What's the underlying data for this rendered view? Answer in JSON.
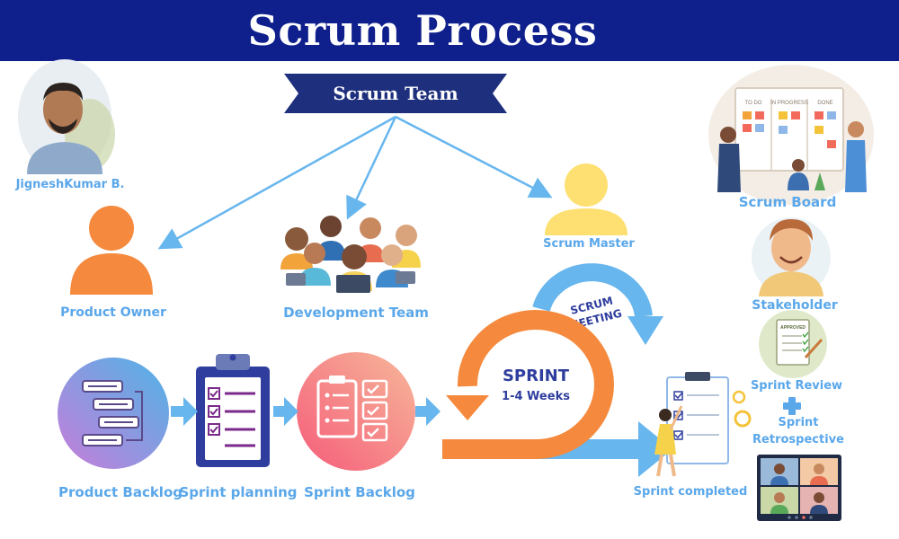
{
  "title": "Scrum Process",
  "team_ribbon": "Scrum Team",
  "author": "JigneshKumar B.",
  "roles": {
    "product_owner": "Product Owner",
    "development_team": "Development Team",
    "scrum_master": "Scrum Master"
  },
  "flow": {
    "product_backlog": "Product Backlog",
    "sprint_planning": "Sprint planning",
    "sprint_backlog": "Sprint Backlog",
    "sprint": "SPRINT",
    "sprint_duration": "1-4 Weeks",
    "scrum_meeting_line1": "SCRUM",
    "scrum_meeting_line2": "MEETING",
    "sprint_completed": "Sprint completed"
  },
  "side": {
    "scrum_board": "Scrum Board",
    "board_col1": "TO DO",
    "board_col2": "IN PROGRESS",
    "board_col3": "DONE",
    "stakeholder": "Stakeholder",
    "approved_stamp": "APPROVED",
    "sprint_review": "Sprint Review",
    "sprint_retro_line1": "Sprint",
    "sprint_retro_line2": "Retrospective"
  },
  "colors": {
    "banner": "#0f1f8c",
    "label_blue": "#5aa7ea",
    "orange": "#f58a3e",
    "yellow": "#fde071",
    "sprint_text": "#2f3e9e",
    "arrow_blue": "#67b6ee"
  }
}
